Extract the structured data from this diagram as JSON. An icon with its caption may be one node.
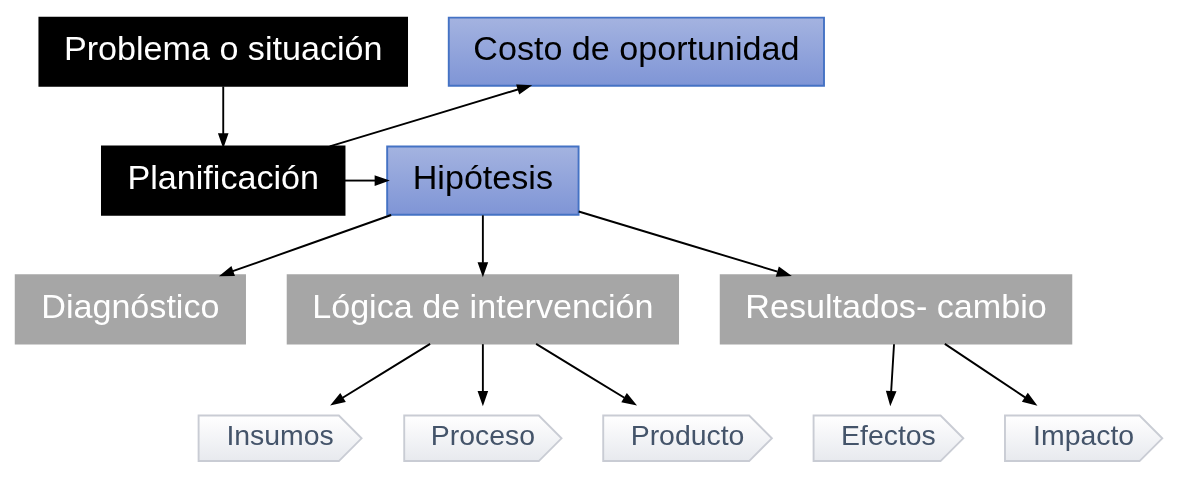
{
  "diagram": {
    "nodes": [
      {
        "text": [
          "Problema o situación"
        ]
      },
      {
        "text": [
          "Planificación"
        ]
      },
      {
        "text": [
          "Costo de oportunidad"
        ]
      },
      {
        "text": [
          "Hipótesis"
        ]
      },
      {
        "text": [
          "Diagnóstico"
        ]
      },
      {
        "text": [
          "Lógica de intervención"
        ]
      },
      {
        "text": [
          "Resultados- cambio"
        ]
      },
      {
        "text": [
          "Insumos"
        ]
      },
      {
        "text": [
          "Proceso"
        ]
      },
      {
        "text": [
          "Producto"
        ]
      },
      {
        "text": [
          "Efectos"
        ]
      },
      {
        "text": [
          "Impacto"
        ]
      }
    ],
    "edges": [
      {
        "from": 0,
        "to": 1,
        "arrow": "to"
      },
      {
        "from": 1,
        "to": 2,
        "arrow": "to"
      },
      {
        "from": 1,
        "to": 3,
        "arrow": "to"
      },
      {
        "from": 3,
        "to": 4,
        "arrow": "to"
      },
      {
        "from": 3,
        "to": 5,
        "arrow": "to"
      },
      {
        "from": 3,
        "to": 6,
        "arrow": "to"
      },
      {
        "from": 5,
        "to": 7,
        "arrow": "to"
      },
      {
        "from": 5,
        "to": 8,
        "arrow": "to"
      },
      {
        "from": 5,
        "to": 9,
        "arrow": "to"
      },
      {
        "from": 6,
        "to": 10,
        "arrow": "to"
      },
      {
        "from": 6,
        "to": 11,
        "arrow": "to"
      }
    ]
  }
}
